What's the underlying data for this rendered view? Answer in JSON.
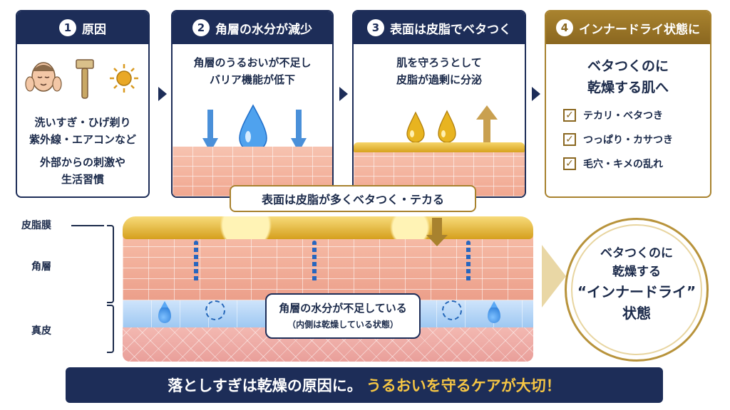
{
  "steps": [
    {
      "num": "1",
      "title": "原因",
      "lines_a": [
        "洗いすぎ・ひげ剃り",
        "紫外線・エアコンなど"
      ],
      "lines_b": [
        "外部からの刺激や",
        "生活習慣"
      ],
      "icons": [
        "face-wash-icon",
        "razor-icon",
        "sun-icon"
      ]
    },
    {
      "num": "2",
      "title": "角層の水分が減少",
      "lines": [
        "角層のうるおいが不足し",
        "バリア機能が低下"
      ]
    },
    {
      "num": "3",
      "title": "表面は皮脂でベタつく",
      "lines": [
        "肌を守ろうとして",
        "皮脂が過剰に分泌"
      ]
    },
    {
      "num": "4",
      "title": "インナードライ状態に",
      "lines": [
        "ベタつくのに",
        "乾燥する肌へ"
      ],
      "checks": [
        "テカリ・ベタつき",
        "つっぱり・カサつき",
        "毛穴・キメの乱れ"
      ]
    }
  ],
  "surface_label": "表面は皮脂が多くベタつく・テカる",
  "layers": {
    "sebum": "皮脂膜",
    "horny": "角層",
    "dermis": "真皮"
  },
  "center_note": {
    "line1": "角層の水分が不足している",
    "line2": "（内側は乾燥している状態）"
  },
  "result": {
    "line1": "ベタつくのに",
    "line2": "乾燥する",
    "line3": "“インナードライ”",
    "line4": "状態"
  },
  "footer": {
    "part1": "落としすぎは乾燥の原因に。",
    "part2": "うるおいを守るケアが大切！"
  },
  "colors": {
    "navy": "#1d2d58",
    "gold": "#a8822e",
    "accent_yellow": "#f6c644"
  }
}
